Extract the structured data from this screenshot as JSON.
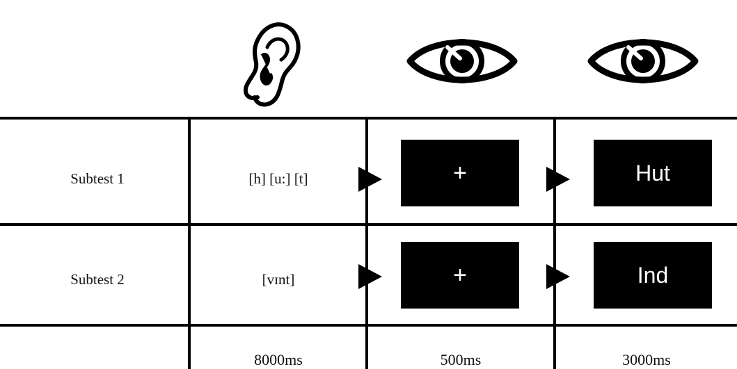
{
  "icons": {
    "ear": "ear-icon",
    "eye": "eye-icon"
  },
  "rows": [
    {
      "label": "Subtest 1",
      "stimulus": "[h] [u:] [t]",
      "fixation": "+",
      "target": "Hut"
    },
    {
      "label": "Subtest 2",
      "stimulus": "[vɪnt]",
      "fixation": "+",
      "target": "Ind"
    }
  ],
  "durations": [
    "8000ms",
    "500ms",
    "3000ms"
  ],
  "colors": {
    "box": "#000000",
    "box_text": "#ffffff",
    "lines": "#000000"
  }
}
